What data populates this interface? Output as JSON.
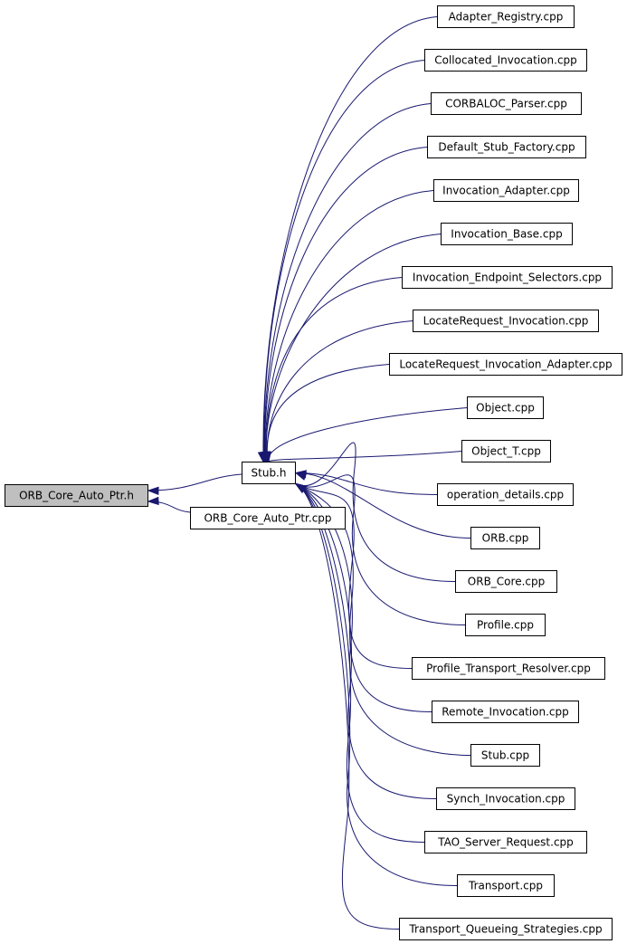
{
  "diagram": {
    "colors": {
      "edge": "#191970",
      "root_fill": "#bfbfbf",
      "node_fill": "#ffffff",
      "border": "#000000"
    },
    "root": {
      "id": "root",
      "label": "ORB_Core_Auto_Ptr.h"
    },
    "hub": {
      "id": "hub",
      "label": "Stub.h"
    },
    "direct_includer": {
      "id": "orb_core_auto_ptr_cpp",
      "label": "ORB_Core_Auto_Ptr.cpp"
    },
    "includers": [
      {
        "id": "adapter_registry",
        "label": "Adapter_Registry.cpp"
      },
      {
        "id": "collocated_invocation",
        "label": "Collocated_Invocation.cpp"
      },
      {
        "id": "corbaloc_parser",
        "label": "CORBALOC_Parser.cpp"
      },
      {
        "id": "default_stub_factory",
        "label": "Default_Stub_Factory.cpp"
      },
      {
        "id": "invocation_adapter",
        "label": "Invocation_Adapter.cpp"
      },
      {
        "id": "invocation_base",
        "label": "Invocation_Base.cpp"
      },
      {
        "id": "invocation_endpoint_selectors",
        "label": "Invocation_Endpoint_Selectors.cpp"
      },
      {
        "id": "locaterequest_invocation",
        "label": "LocateRequest_Invocation.cpp"
      },
      {
        "id": "locaterequest_invocation_adapter",
        "label": "LocateRequest_Invocation_Adapter.cpp"
      },
      {
        "id": "object",
        "label": "Object.cpp"
      },
      {
        "id": "object_t",
        "label": "Object_T.cpp"
      },
      {
        "id": "operation_details",
        "label": "operation_details.cpp"
      },
      {
        "id": "orb",
        "label": "ORB.cpp"
      },
      {
        "id": "orb_core",
        "label": "ORB_Core.cpp"
      },
      {
        "id": "profile",
        "label": "Profile.cpp"
      },
      {
        "id": "profile_transport_resolver",
        "label": "Profile_Transport_Resolver.cpp"
      },
      {
        "id": "remote_invocation",
        "label": "Remote_Invocation.cpp"
      },
      {
        "id": "stub",
        "label": "Stub.cpp"
      },
      {
        "id": "synch_invocation",
        "label": "Synch_Invocation.cpp"
      },
      {
        "id": "tao_server_request",
        "label": "TAO_Server_Request.cpp"
      },
      {
        "id": "transport",
        "label": "Transport.cpp"
      },
      {
        "id": "transport_queueing_strategies",
        "label": "Transport_Queueing_Strategies.cpp"
      }
    ]
  }
}
